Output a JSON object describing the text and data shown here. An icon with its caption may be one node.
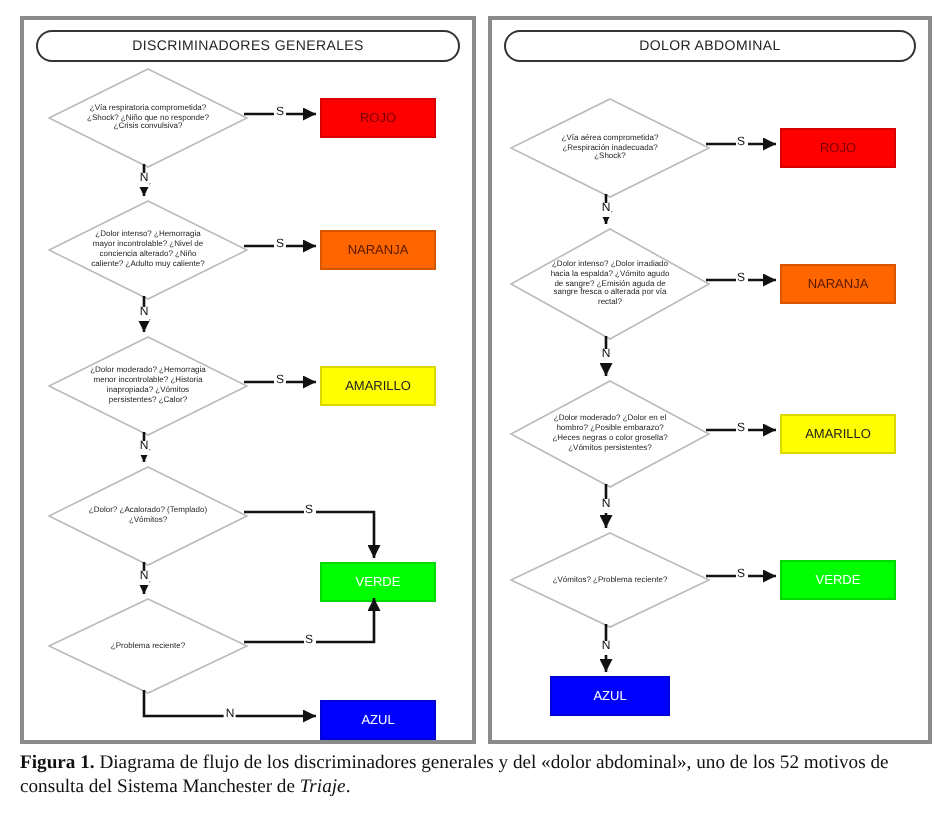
{
  "diagram": {
    "caption": "**Figura 1.** Diagrama de flujo de los discriminadores generales y del «dolor abdominal», uno de los 52 motivos de consulta del Sistema Manchester de *Triaje*.",
    "nodes": [
      {
        "text": [
          "DISCRIMINADORES GENERALES"
        ]
      },
      {
        "text": [
          "¿Vía respiratoria comprometida? ¿Shock? ¿Niño que no responde? ¿Crisis convulsiva?"
        ],
        "in": 0
      },
      {
        "text": [
          "ROJO"
        ],
        "in": 0
      },
      {
        "text": [
          "¿Dolor intenso? ¿Hemorragia mayor incontrolable? ¿Nivel de conciencia alterado? ¿Niño caliente? ¿Adulto muy caliente?"
        ],
        "in": 0
      },
      {
        "text": [
          "NARANJA"
        ],
        "in": 0
      },
      {
        "text": [
          "¿Dolor moderado? ¿Hemorragia menor incontrolable? ¿Historia inapropiada? ¿Vómitos persistentes? ¿Calor?"
        ],
        "in": 0
      },
      {
        "text": [
          "AMARILLO"
        ],
        "in": 0
      },
      {
        "text": [
          "¿Dolor? ¿Acalorado? (Templado) ¿Vómitos?"
        ],
        "in": 0
      },
      {
        "text": [
          "VERDE"
        ],
        "in": 0
      },
      {
        "text": [
          "¿Problema reciente?"
        ],
        "in": 0
      },
      {
        "text": [
          "AZUL"
        ],
        "in": 0
      },
      {
        "text": [
          "DOLOR ABDOMINAL"
        ]
      },
      {
        "text": [
          "¿Vía aérea comprometida? ¿Respiración inadecuada? ¿Shock?"
        ],
        "in": 11
      },
      {
        "text": [
          "ROJO"
        ],
        "in": 11
      },
      {
        "text": [
          "¿Dolor intenso? ¿Dolor irradiado hacia la espalda? ¿Vómito agudo de sangre? ¿Emisión aguda de sangre fresca o alterada por vía rectal?"
        ],
        "in": 11
      },
      {
        "text": [
          "NARANJA"
        ],
        "in": 11
      },
      {
        "text": [
          "¿Dolor moderado? ¿Dolor en el hombro? ¿Posible embarazo? ¿Heces negras o color grosella? ¿Vómitos persistentes?"
        ],
        "in": 11
      },
      {
        "text": [
          "AMARILLO"
        ],
        "in": 11
      },
      {
        "text": [
          "¿Vómitos? ¿Problema reciente?"
        ],
        "in": 11
      },
      {
        "text": [
          "VERDE"
        ],
        "in": 11
      },
      {
        "text": [
          "AZUL"
        ],
        "in": 11
      }
    ],
    "edges": [
      {
        "from": 1,
        "to": 2,
        "arrow": "to",
        "label": "S"
      },
      {
        "from": 1,
        "to": 3,
        "arrow": "to",
        "label": "N"
      },
      {
        "from": 3,
        "to": 4,
        "arrow": "to",
        "label": "S"
      },
      {
        "from": 3,
        "to": 5,
        "arrow": "to",
        "label": "N"
      },
      {
        "from": 5,
        "to": 6,
        "arrow": "to",
        "label": "S"
      },
      {
        "from": 5,
        "to": 7,
        "arrow": "to",
        "label": "N"
      },
      {
        "from": 7,
        "to": 8,
        "arrow": "to",
        "label": "S"
      },
      {
        "from": 7,
        "to": 9,
        "arrow": "to",
        "label": "N"
      },
      {
        "from": 9,
        "to": 8,
        "arrow": "to",
        "label": "S"
      },
      {
        "from": 9,
        "to": 10,
        "arrow": "to",
        "label": "N"
      },
      {
        "from": 12,
        "to": 13,
        "arrow": "to",
        "label": "S"
      },
      {
        "from": 12,
        "to": 14,
        "arrow": "to",
        "label": "N"
      },
      {
        "from": 14,
        "to": 15,
        "arrow": "to",
        "label": "S"
      },
      {
        "from": 14,
        "to": 16,
        "arrow": "to",
        "label": "N"
      },
      {
        "from": 16,
        "to": 17,
        "arrow": "to",
        "label": "S"
      },
      {
        "from": 16,
        "to": 18,
        "arrow": "to",
        "label": "N"
      },
      {
        "from": 18,
        "to": 19,
        "arrow": "to",
        "label": "S"
      },
      {
        "from": 18,
        "to": 20,
        "arrow": "to",
        "label": "N"
      }
    ]
  }
}
